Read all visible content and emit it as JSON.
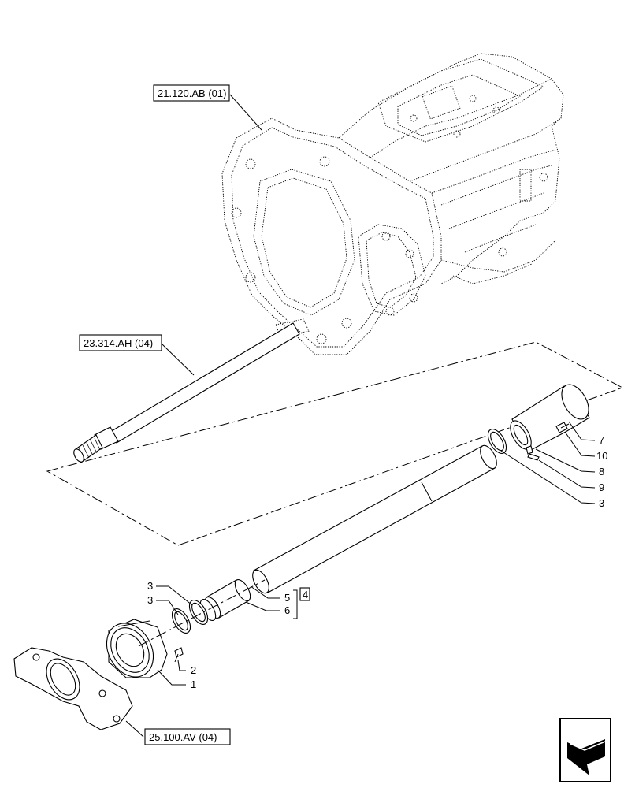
{
  "references": {
    "transmission_housing": "21.120.AB (01)",
    "pto_shaft": "23.314.AH (04)",
    "axle_support": "25.100.AV (04)"
  },
  "callouts": {
    "c1": "1",
    "c2": "2",
    "c3a": "3",
    "c3b": "3",
    "c3c": "3",
    "c4": "4",
    "c5": "5",
    "c6": "6",
    "c7": "7",
    "c8": "8",
    "c9": "9",
    "c10": "10"
  },
  "icons": {
    "corner": "arrow-icon"
  }
}
